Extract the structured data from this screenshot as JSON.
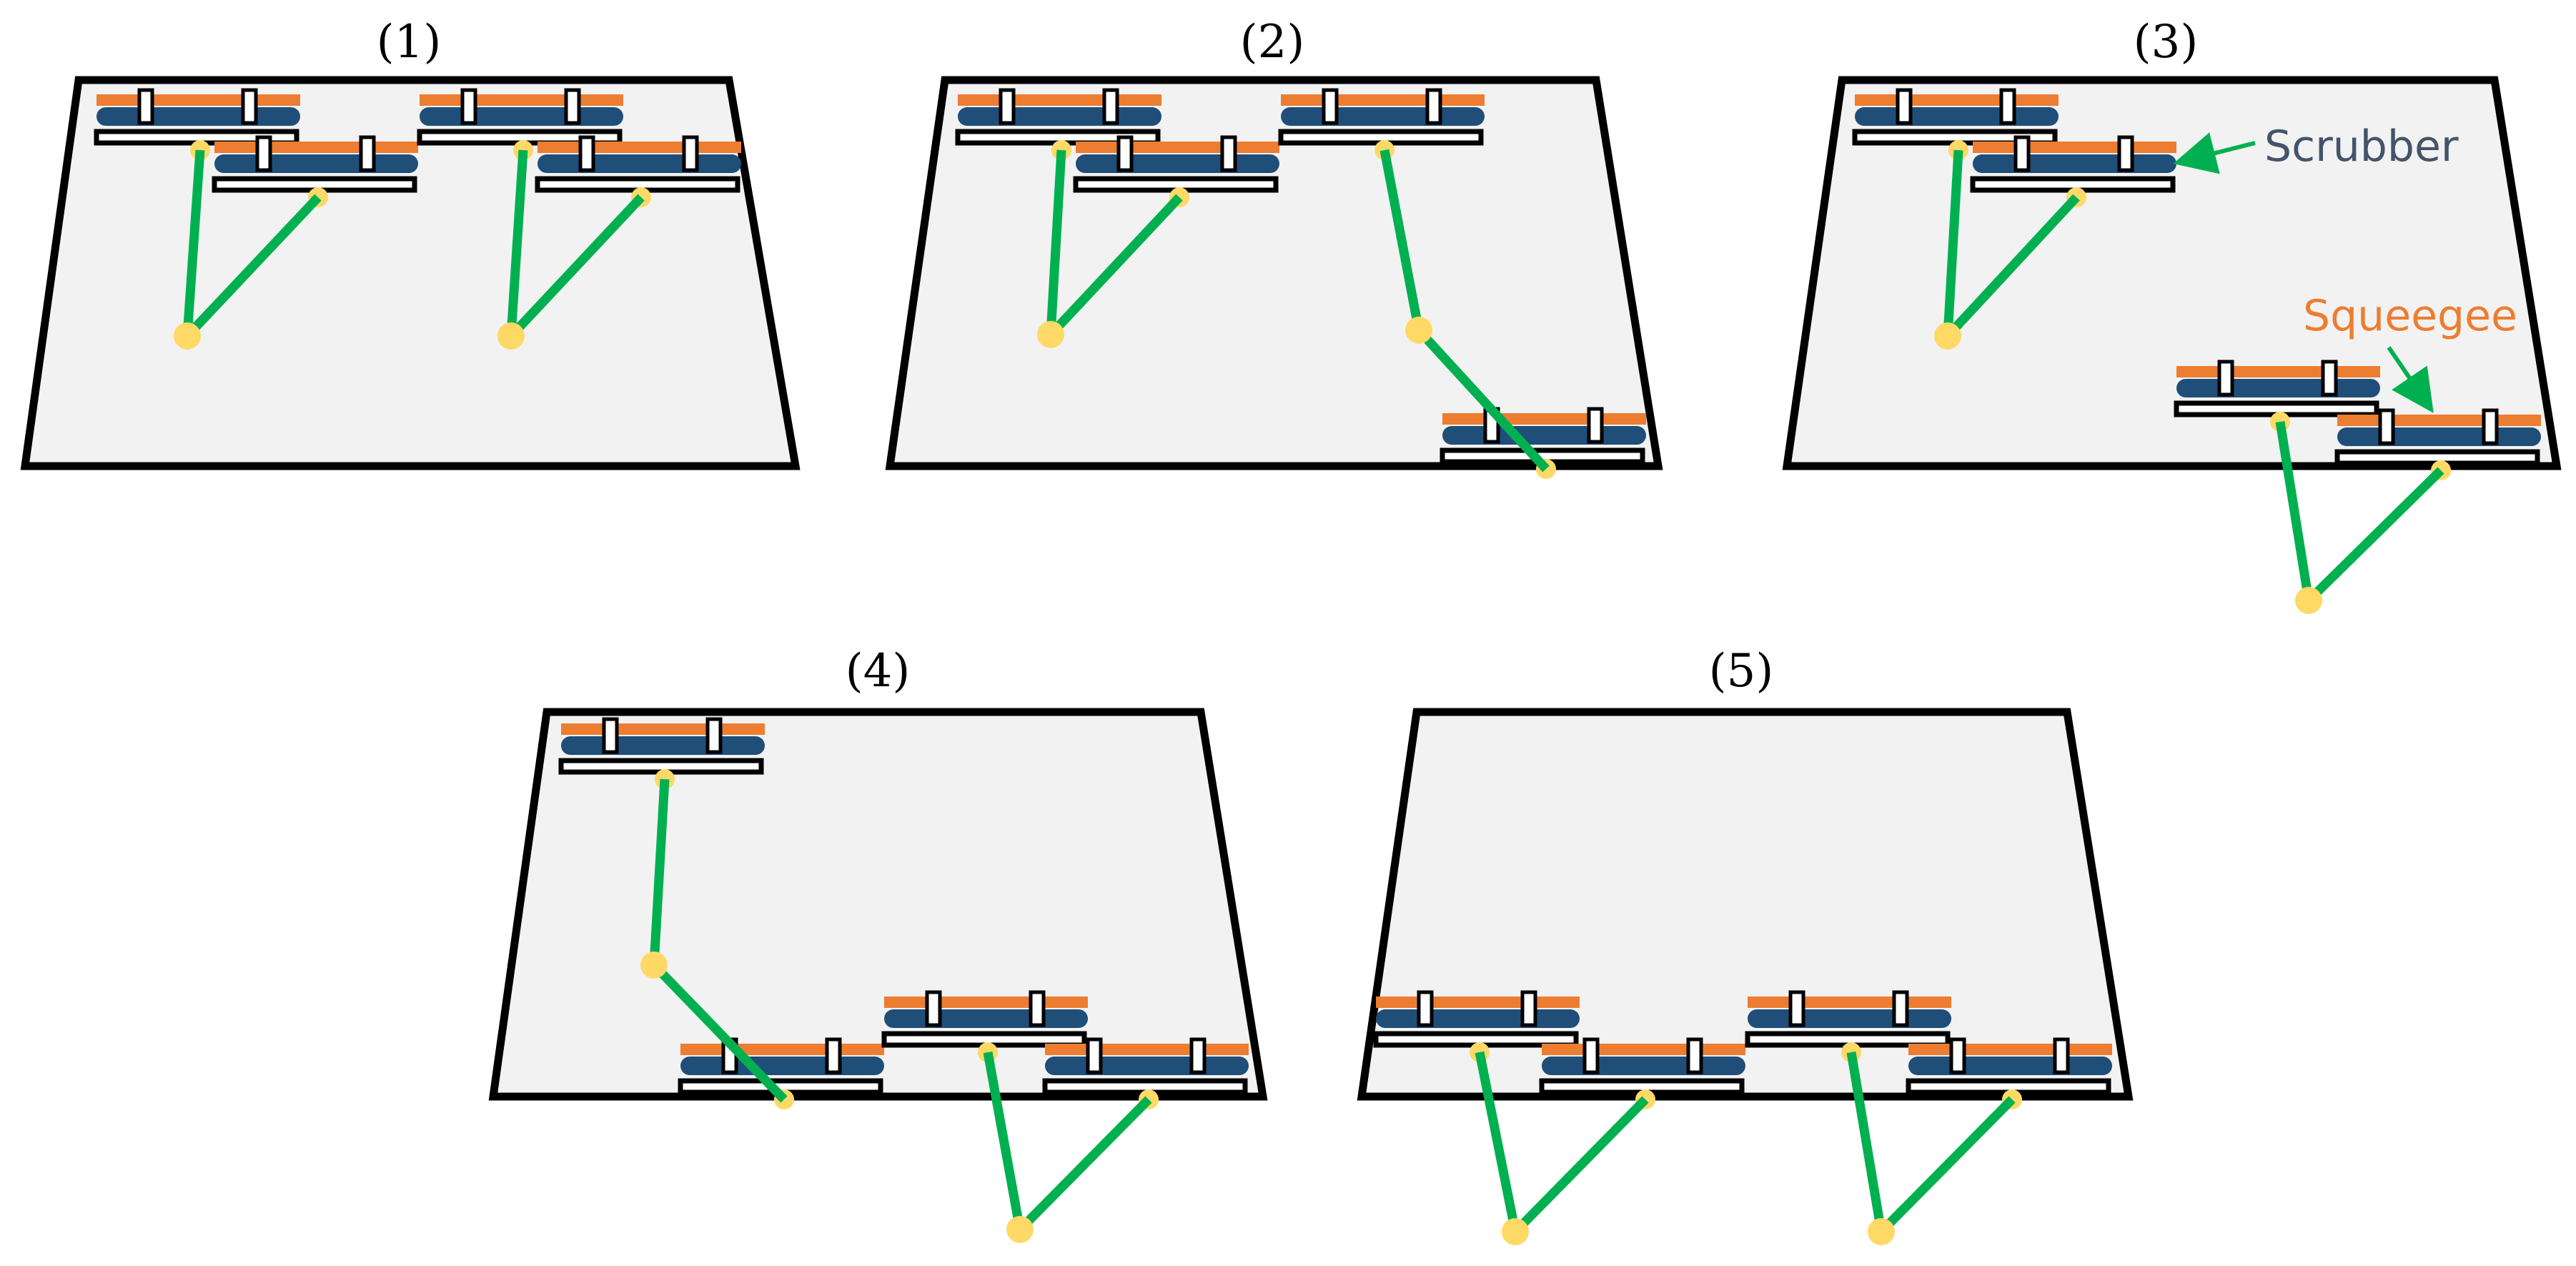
{
  "panels": [
    {
      "label": "(1)"
    },
    {
      "label": "(2)"
    },
    {
      "label": "(3)"
    },
    {
      "label": "(4)"
    },
    {
      "label": "(5)"
    }
  ],
  "callouts": {
    "scrubber": "Scrubber",
    "squeegee": "Squeegee"
  },
  "colors": {
    "floor": "#f2f2f2",
    "outline": "#000000",
    "squeegee": "#ed7d31",
    "scrubber": "#1f4e79",
    "arm": "#00b050",
    "joint": "#ffd966",
    "scrubber_text": "#44546a",
    "squeegee_text": "#ed7d31"
  }
}
